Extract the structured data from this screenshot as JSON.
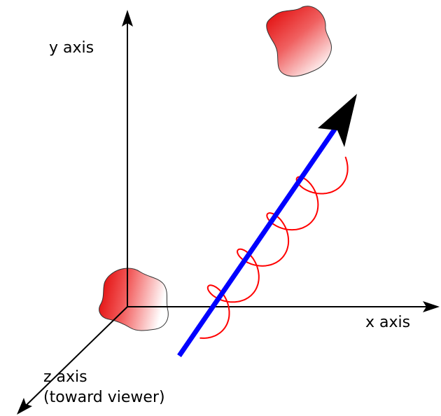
{
  "labels": {
    "y_axis": "y axis",
    "x_axis": "x axis",
    "z_axis": "z axis",
    "z_axis_note": "(toward viewer)"
  },
  "colors": {
    "axis": "#000000",
    "beam": "#0000ff",
    "wave": "#ff0000",
    "blob_red": "#ee0000",
    "blob_white": "#ffffff",
    "arrowhead": "#000000"
  },
  "icons": {
    "source_blob": "red-blob",
    "target_blob": "red-blob"
  }
}
